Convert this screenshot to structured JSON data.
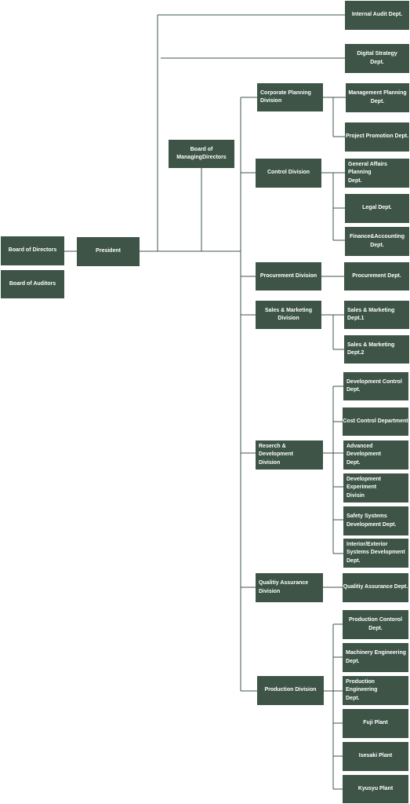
{
  "nodes": {
    "board_of_directors": "Board of Directors",
    "board_of_auditors": "Board of Auditors",
    "president": "President",
    "board_of_managing_directors": "Board of\nManagingDirectors",
    "internal_audit": "Internal Audit Dept.",
    "digital_strategy": "Digital  Strategy\nDept.",
    "corporate_planning": "Corporate Planning\nDivision",
    "management_planning": "Management Planning\nDept.",
    "project_promotion": "Project Promotion Dept.",
    "control_division": "Control Division",
    "general_affairs": "General Affairs Planning\nDept.",
    "legal": "Legal Dept.",
    "finance_accounting": "Finance&Accounting\nDept.",
    "procurement_division": "Procurement Division",
    "procurement_dept": "Procurement Dept.",
    "sales_marketing_division": "Sales & Marketing\nDivision",
    "sales_marketing_1": "Sales & Marketing\nDept.1",
    "sales_marketing_2": "Sales & Marketing\nDept.2",
    "development_control": "Development Control\nDept.",
    "cost_control": "Cost Control Department",
    "rd_division": "Reserch & Development\nDivision",
    "advanced_development": "Advanced Development\nDept.",
    "development_experiment": "Development Experiment\nDivisin",
    "safety_systems": "Safety Systems\nDevelopment Dept.",
    "interior_exterior": "Interior/Exterior\nSystems  Development\nDept.",
    "qa_division": "Qualitiy Assurance\nDivision",
    "qa_dept": "Qualitiy Assurance Dept.",
    "production_control": "Production Contorol Dept.",
    "machinery_engineering": "Machinery Engineering\nDept.",
    "production_division": "Production Division",
    "production_engineering": "Production Engineering\nDept.",
    "fuji_plant": "Fuji Plant",
    "isesaki_plant": "Isesaki Plant",
    "kyusyu_plant": "Kyusyu Plant"
  }
}
